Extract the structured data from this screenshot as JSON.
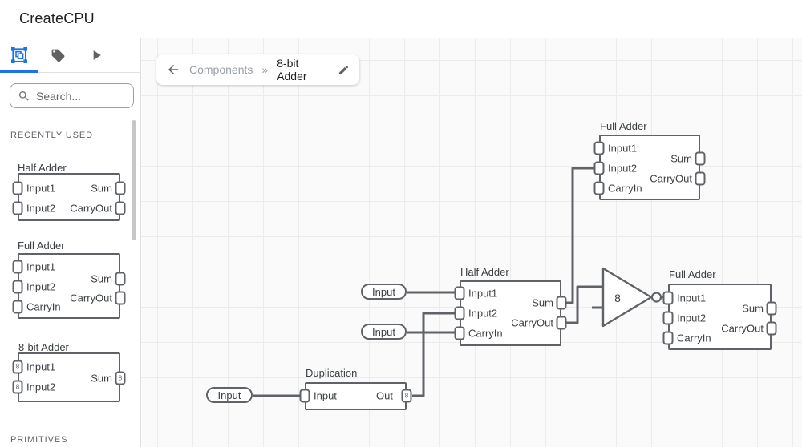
{
  "app": {
    "title": "CreateCPU"
  },
  "colors": {
    "accent": "#1a73e8",
    "wire": "#5f6368",
    "node_border": "#5f6368",
    "canvas_bg": "#fafafa",
    "grid_line": "#ececec",
    "text_primary": "#202124",
    "text_muted": "#9aa0a6",
    "label": "#3c4043"
  },
  "sidebar": {
    "search_placeholder": "Search...",
    "sections": {
      "recently_used": "RECENTLY USED",
      "primitives": "PRIMITIVES"
    },
    "items": [
      {
        "title": "Half Adder",
        "inputs": [
          "Input1",
          "Input2"
        ],
        "outputs": [
          "Sum",
          "CarryOut"
        ]
      },
      {
        "title": "Full Adder",
        "inputs": [
          "Input1",
          "Input2",
          "CarryIn"
        ],
        "outputs": [
          "Sum",
          "CarryOut"
        ]
      },
      {
        "title": "8-bit Adder",
        "inputs": [
          "Input1",
          "Input2"
        ],
        "outputs": [
          "Sum"
        ],
        "bus_width": "8"
      }
    ]
  },
  "breadcrumb": {
    "parent": "Components",
    "separator": "»",
    "current": "8-bit Adder"
  },
  "canvas": {
    "nodes": {
      "fa_top": {
        "title": "Full Adder",
        "inputs": [
          "Input1",
          "Input2",
          "CarryIn"
        ],
        "outputs": [
          "Sum",
          "CarryOut"
        ]
      },
      "ha": {
        "title": "Half Adder",
        "inputs": [
          "Input1",
          "Input2",
          "CarryIn"
        ],
        "outputs": [
          "Sum",
          "CarryOut"
        ]
      },
      "fa_right": {
        "title": "Full Adder",
        "inputs": [
          "Input1",
          "Input2",
          "CarryIn"
        ],
        "outputs": [
          "Sum",
          "CarryOut"
        ]
      },
      "dup": {
        "title": "Duplication",
        "inputs": [
          "Input"
        ],
        "outputs": [
          "Out"
        ],
        "out_bus_width": "8"
      },
      "not_gate": {
        "label": "8"
      }
    },
    "pills": [
      "Input",
      "Input",
      "Input"
    ]
  }
}
